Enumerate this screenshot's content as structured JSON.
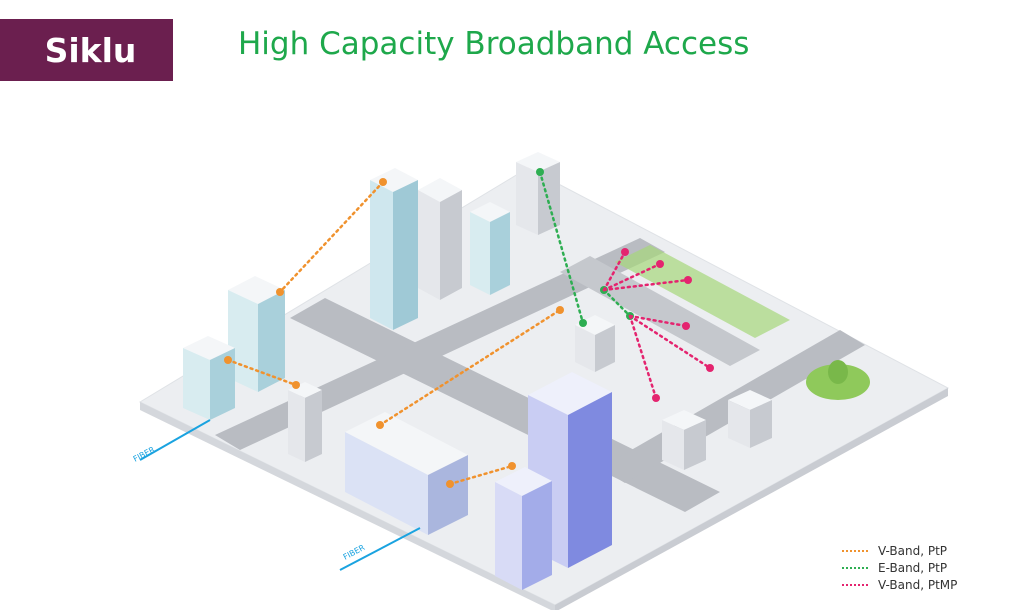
{
  "logo": {
    "text": "Siklu"
  },
  "title": "High Capacity Broadband Access",
  "labels": {
    "fiber_1": "FIBER",
    "fiber_2": "FIBER"
  },
  "legend": [
    {
      "label": "V-Band, PtP",
      "color": "#f0922e"
    },
    {
      "label": "E-Band, PtP",
      "color": "#2eae52"
    },
    {
      "label": "V-Band, PtMP",
      "color": "#e4246f"
    }
  ],
  "colors": {
    "brand": "#6b1f4f",
    "title": "#1ea84b",
    "fiber": "#1aa3e0",
    "road": "#b9bcc2",
    "ground": "#eceef1",
    "park": "#8fc95b"
  }
}
